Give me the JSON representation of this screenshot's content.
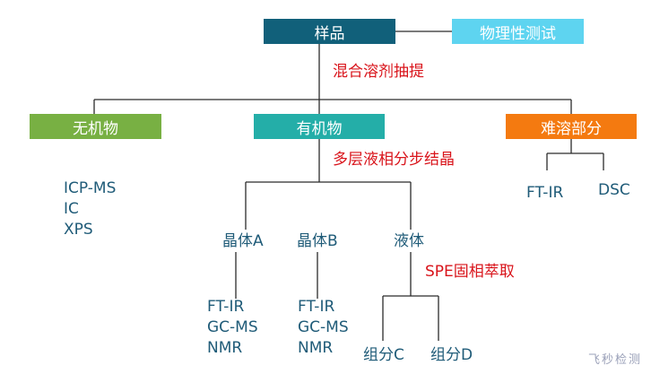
{
  "boxes": {
    "sample": {
      "label": "样品",
      "color": "#11607a"
    },
    "physical": {
      "label": "物理性测试",
      "color": "#5ed4f0"
    },
    "inorganic": {
      "label": "无机物",
      "color": "#78b043"
    },
    "organic": {
      "label": "有机物",
      "color": "#24aea8"
    },
    "insoluble": {
      "label": "难溶部分",
      "color": "#f47a10"
    }
  },
  "steps": {
    "extraction": "混合溶剂抽提",
    "multilayer": "多层液相分步结晶",
    "spe": "SPE固相萃取"
  },
  "inorganic_methods": [
    "ICP-MS",
    "IC",
    "XPS"
  ],
  "insoluble_methods": {
    "left": "FT-IR",
    "right": "DSC"
  },
  "organic_branches": {
    "crystal_a": {
      "label": "晶体A",
      "methods": [
        "FT-IR",
        "GC-MS",
        "NMR"
      ]
    },
    "crystal_b": {
      "label": "晶体B",
      "methods": [
        "FT-IR",
        "GC-MS",
        "NMR"
      ]
    },
    "liquid": {
      "label": "液体",
      "components": [
        "组分C",
        "组分D"
      ]
    }
  },
  "watermark": "飞秒检测",
  "colors": {
    "line": "#2b2b2b",
    "method_text": "#1f5b78",
    "step_text": "#d9141b"
  }
}
